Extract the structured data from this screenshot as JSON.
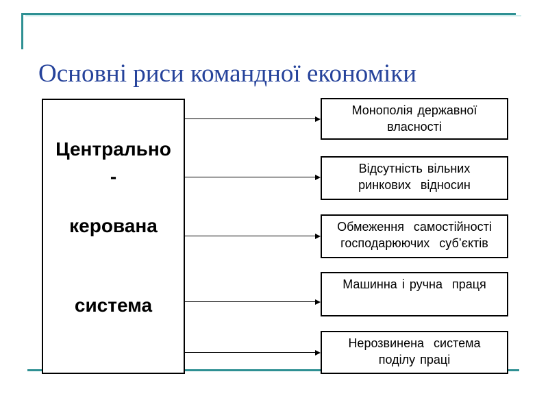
{
  "theme": {
    "accent_teal": "#2e9093",
    "accent_teal_light": "#cdecec",
    "title_color": "#26439b",
    "box_border": "#000000"
  },
  "slide": {
    "title": "Основні риси командної економіки",
    "left_box": {
      "lines": [
        "Центрально",
        "-",
        "керована",
        "система"
      ]
    },
    "features": [
      {
        "lines": [
          "Монополія державної",
          "власності"
        ]
      },
      {
        "lines": [
          "Відсутність вільних",
          "ринкових  відносин"
        ]
      },
      {
        "lines": [
          "Обмеження  самостійності",
          "господарюючих  суб’єктів"
        ]
      },
      {
        "lines": [
          "Машинна і ручна  праця"
        ]
      },
      {
        "lines": [
          "Нерозвинена  система",
          "поділу праці"
        ]
      }
    ]
  }
}
